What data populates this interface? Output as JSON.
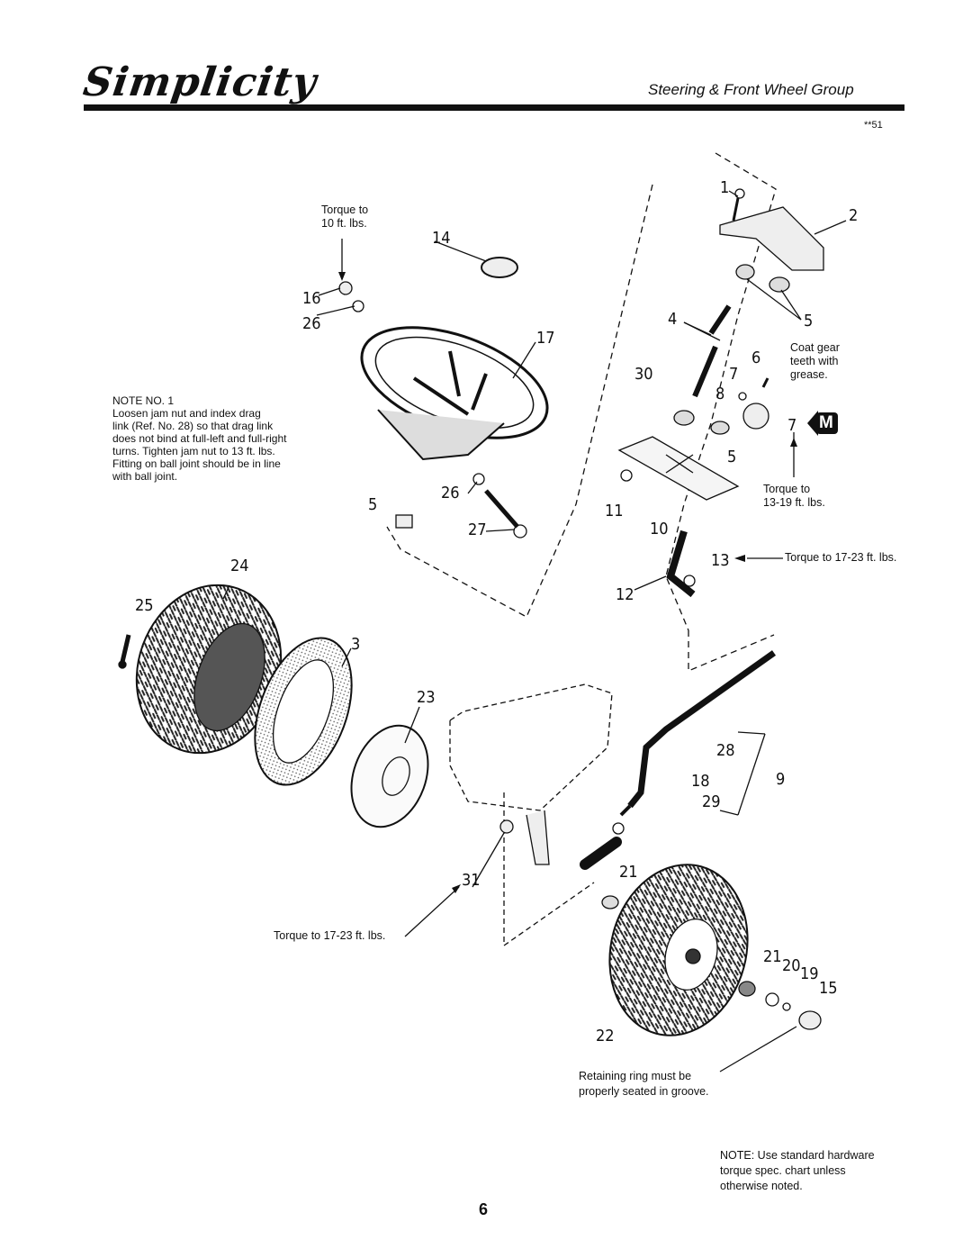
{
  "header": {
    "brand": "Simplicity",
    "title": "Steering & Front Wheel Group",
    "figure_code": "**51"
  },
  "notes": {
    "note1_title": "NOTE NO. 1",
    "note1_lines": [
      "Loosen jam nut and index drag",
      "link (Ref. No. 28) so that drag link",
      "does not bind at full-left and full-right",
      "turns. Tighten jam nut to 13 ft. lbs.",
      "Fitting on ball joint should be in line",
      "with ball joint."
    ],
    "general_lines": [
      "NOTE: Use standard hardware",
      "torque spec. chart unless",
      "otherwise noted."
    ]
  },
  "callouts": {
    "torque_10_line1": "Torque to",
    "torque_10_line2": "10 ft. lbs.",
    "coat_gear_lines": [
      "Coat gear",
      "teeth with",
      "grease."
    ],
    "torque_13_19_line1": "Torque to",
    "torque_13_19_line2": "13-19 ft. lbs.",
    "torque_17_23_right": "Torque to 17-23 ft. lbs.",
    "torque_17_23_left": "Torque to 17-23 ft. lbs.",
    "retaining_lines": [
      "Retaining ring must be",
      "properly seated in groove."
    ],
    "m_badge": "M"
  },
  "part_numbers": {
    "p1": "1",
    "p2": "2",
    "p3": "3",
    "p4": "4",
    "p5a": "5",
    "p5b": "5",
    "p5c": "5",
    "p6": "6",
    "p7a": "7",
    "p7b": "7",
    "p8": "8",
    "p9": "9",
    "p10": "10",
    "p11": "11",
    "p12": "12",
    "p13": "13",
    "p14": "14",
    "p15": "15",
    "p16": "16",
    "p17": "17",
    "p18": "18",
    "p19": "19",
    "p20": "20",
    "p21a": "21",
    "p21b": "21",
    "p22": "22",
    "p23": "23",
    "p24": "24",
    "p25": "25",
    "p26a": "26",
    "p26b": "26",
    "p27": "27",
    "p28": "28",
    "p29": "29",
    "p30": "30",
    "p31": "31"
  },
  "footer": {
    "page_number": "6"
  }
}
